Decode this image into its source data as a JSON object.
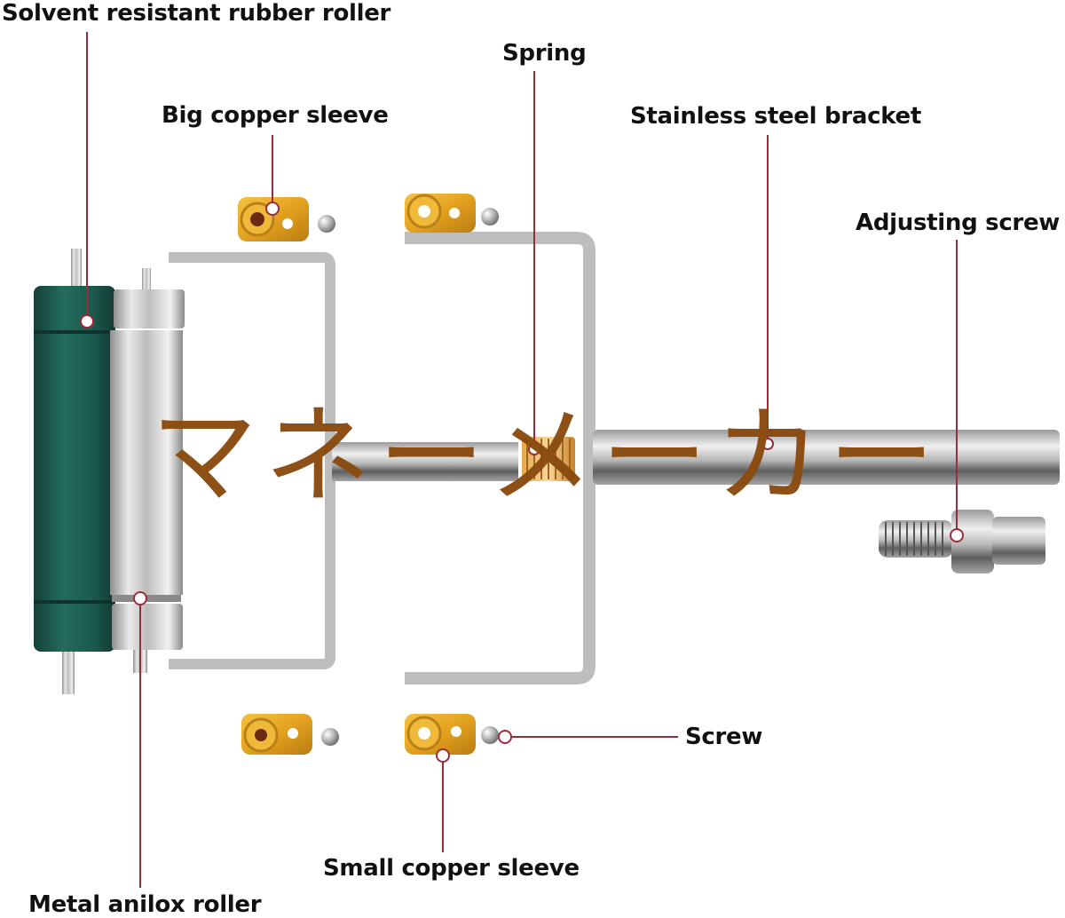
{
  "diagram": {
    "title": "Ink roller assembly parts",
    "colors": {
      "callout_line": "#9b2d3a",
      "rubber_roller": "#1f5e52",
      "steel": "#c9c9c9",
      "copper": "#e2a52a",
      "watermark": "#8a4b0f"
    },
    "labels": {
      "rubber_roller": "Solvent resistant rubber roller",
      "big_copper_sleeve": "Big copper sleeve",
      "spring": "Spring",
      "bracket": "Stainless steel bracket",
      "adjusting_screw": "Adjusting screw",
      "screw": "Screw",
      "small_copper_sleeve": "Small copper sleeve",
      "anilox_roller": "Metal anilox roller"
    },
    "watermark": "マネーメーカー"
  }
}
